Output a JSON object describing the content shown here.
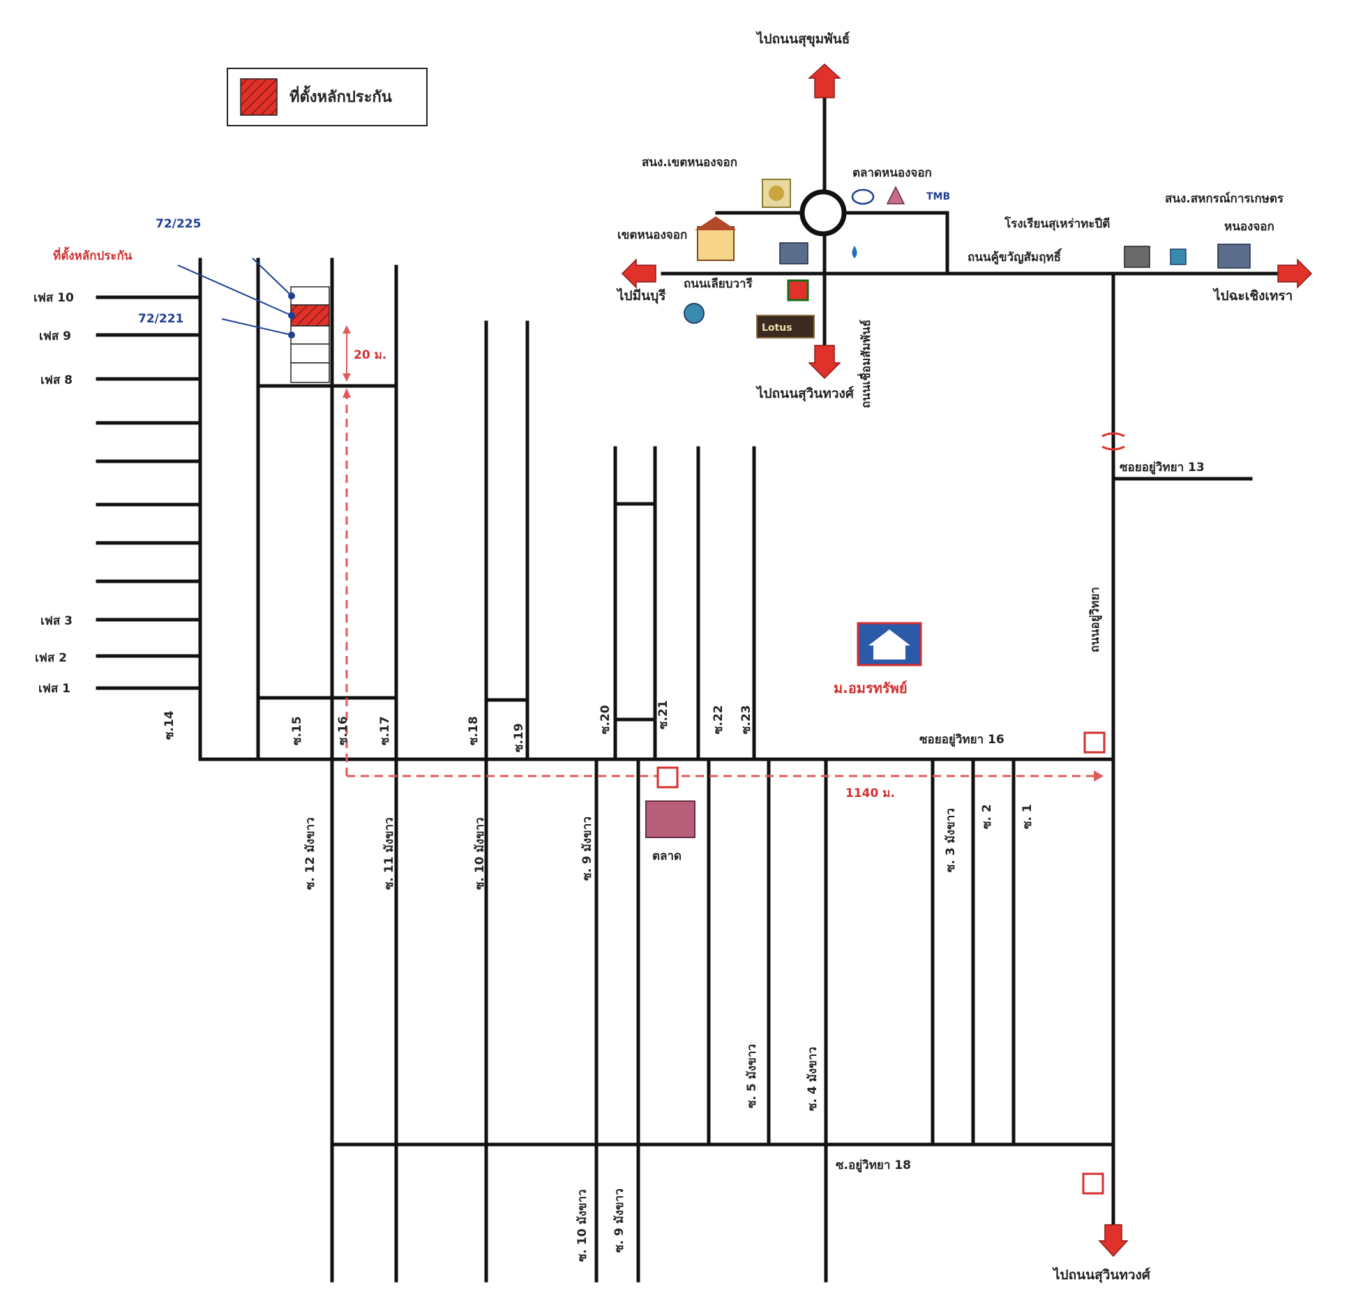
{
  "legend": {
    "label": "ที่ตั้งหลักประกัน"
  },
  "property": {
    "label": "ที่ตั้งหลักประกัน",
    "unit_top": "72/225",
    "unit_bottom": "72/221"
  },
  "distances": {
    "short": "20 ม.",
    "long": "1140 ม."
  },
  "directions": {
    "north": "ไปถนนสุขุมพันธ์",
    "south_top": "ไปถนนสุวินทวงศ์",
    "south_bottom": "ไปถนนสุวินทวงศ์",
    "west": "ไปมีนบุรี",
    "east": "ไปฉะเชิงเทรา"
  },
  "roads": {
    "chueam_samphan": "ถนนเชื่อมสัมพันธ์",
    "liap_wari": "ถนนเลียบวารี",
    "kho_khlong": "ถนนคู้ขวัญสัมฤทธิ์",
    "u_rai_ya": "ถนนอยู่วิทยา",
    "soi_13": "ซอยอยู่วิทยา 13",
    "soi_16": "ซอยอยู่วิทยา 16",
    "soi_18": "ซ.อยู่วิทยา 18"
  },
  "landmarks": {
    "nong_chok_district": "สนง.เขตหนองจอก",
    "nong_chok_market": "ตลาดหนองจอก",
    "nong_chok": "เขตหนองจอก",
    "school": "โรงเรียนสุเหร่าทะปีตี",
    "coop": "สนง.สหกรณ์การเกษตร",
    "coop2": "หนองจอก",
    "village": "ม.อมรทรัพย์",
    "market": "ตลาด",
    "tmb": "TMB",
    "lotus": "Lotus"
  },
  "phase_labels": [
    "เฟส 10",
    "เฟส 9",
    "เฟส 8",
    "เฟส 3",
    "เฟส 2",
    "เฟส 1"
  ],
  "soi_top": [
    "ซ.14",
    "ซ.15",
    "ซ.16",
    "ซ.17",
    "ซ.18",
    "ซ.19",
    "ซ.20",
    "ซ.21",
    "ซ.22",
    "ซ.23"
  ],
  "soi_bottom": [
    "ซ. 12 มังขาว",
    "ซ. 11 มังขาว",
    "ซ. 10 มังขาว",
    "ซ. 9 มังขาว",
    "ซ. 5 มังขาว",
    "ซ. 4 มังขาว",
    "ซ. 3 มังขาว",
    "ซ. 2",
    "ซ. 1"
  ],
  "soi_far_bottom": [
    "ซ. 10 มังขาว",
    "ซ. 9 มังขาว"
  ],
  "colors": {
    "accent": "#d32f2f",
    "road": "#111111",
    "blue": "#1f3f95"
  }
}
